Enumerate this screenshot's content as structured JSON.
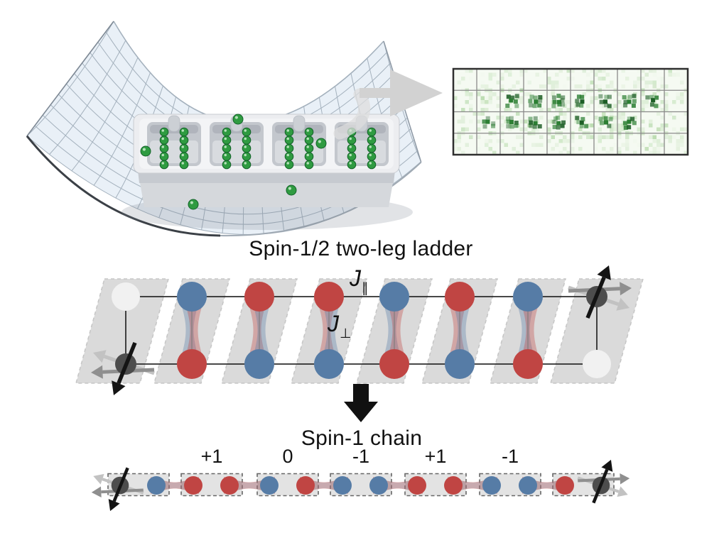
{
  "titles": {
    "ladder": "Spin-1/2 two-leg ladder",
    "chain": "Spin-1 chain"
  },
  "coupling": {
    "parallel": {
      "base": "J",
      "sub": "∥"
    },
    "perp": {
      "base": "J",
      "sub": "⊥"
    }
  },
  "ladder": {
    "rungs": [
      {
        "top": "blue",
        "bottom": "red"
      },
      {
        "top": "red",
        "bottom": "blue"
      },
      {
        "top": "red",
        "bottom": "blue"
      },
      {
        "top": "blue",
        "bottom": "red"
      },
      {
        "top": "red",
        "bottom": "blue"
      },
      {
        "top": "blue",
        "bottom": "red"
      }
    ],
    "left_end": {
      "top": "faint",
      "bottom": "spin_down"
    },
    "right_end": {
      "top": "spin_up",
      "bottom": "faint"
    }
  },
  "chain": {
    "labels": [
      "+1",
      "0",
      "-1",
      "+1",
      "-1"
    ],
    "cells": [
      {
        "left": "spin_down",
        "right": "blue"
      },
      {
        "left": "red",
        "right": "red"
      },
      {
        "left": "blue",
        "right": "red"
      },
      {
        "left": "blue",
        "right": "blue"
      },
      {
        "left": "red",
        "right": "red"
      },
      {
        "left": "blue",
        "right": "blue"
      },
      {
        "left": "red",
        "right": "spin_up"
      }
    ]
  },
  "fluorescence": {
    "columns": 10,
    "rows": 4,
    "atom_cells": [
      [
        3,
        2
      ],
      [
        4,
        2
      ],
      [
        5,
        2
      ],
      [
        6,
        2
      ],
      [
        7,
        2
      ],
      [
        8,
        2
      ],
      [
        9,
        2
      ],
      [
        2,
        3
      ],
      [
        3,
        3
      ],
      [
        4,
        3
      ],
      [
        5,
        3
      ],
      [
        6,
        3
      ],
      [
        7,
        3
      ],
      [
        8,
        3
      ]
    ]
  },
  "trap": {
    "tubes": 4,
    "atom_columns_per_tube": 2,
    "atoms_per_column": 5,
    "scattered_atoms": 5
  },
  "colors": {
    "site_red": "#c04543",
    "site_blue": "#567ca6",
    "spin_gray": "#4d4d4d",
    "arrow_gray": "#8f8f8f",
    "arrow_lightgray": "#c2c2c2",
    "band_fill": "#dadada",
    "band_edge": "#c6c6c6",
    "box_fill": "#e3e3e3",
    "box_edge": "#676767",
    "faint_circle": "#f1f1f1",
    "frame": "#1a1a1a",
    "atom_green": "#2f9b41",
    "atom_green_edge": "#14632a",
    "fluor_bg": "#f5faf2",
    "fluor_mid": "#79bb66",
    "fluor_dark": "#2c7f33",
    "fluor_darkest": "#1d5e26",
    "fluor_grid": "#8a8a8a",
    "fluor_border": "#2f2f2f",
    "mesh_fill": "#e9f0f7",
    "mesh_line": "#a4b1bd",
    "tray_top": "#ecedf0",
    "tray_front": "#d5d8dc",
    "comp_fill": "#c3c7cd",
    "transfer_arrow": "#d2d2d2",
    "big_arrow": "#111111",
    "text": "#111111"
  }
}
